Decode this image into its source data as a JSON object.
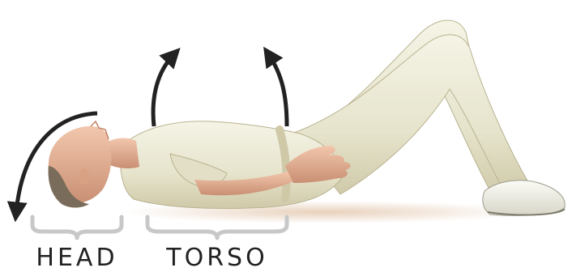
{
  "labels": {
    "head": "HEAD",
    "torso": "TORSO"
  },
  "colors": {
    "arrow": "#222222",
    "bracket": "#c8c8c8",
    "clothing": "#ecebd8",
    "skin": "#e7b79d",
    "hair": "#7a6c5a",
    "label": "#222222"
  },
  "arrows": [
    {
      "name": "head-rotation-arrow",
      "icon": "curved-arrow-down-left"
    },
    {
      "name": "torso-lift-arrow-left",
      "icon": "curved-arrow-up"
    },
    {
      "name": "torso-lift-arrow-right",
      "icon": "curved-arrow-up"
    }
  ]
}
